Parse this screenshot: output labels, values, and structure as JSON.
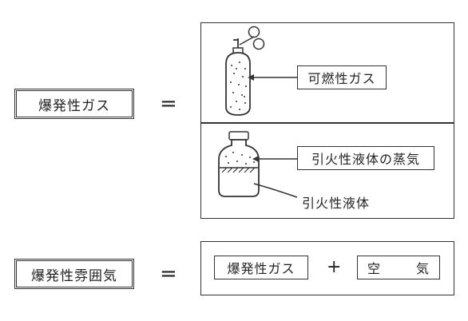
{
  "left_labels": {
    "explosive_gas": "爆発性ガス",
    "explosive_atmosphere": "爆発性雰囲気"
  },
  "equals_sign": "=",
  "plus_sign": "+",
  "callouts": {
    "flammable_gas": "可燃性ガス",
    "vapor_of_flammable_liquid": "引火性液体の蒸気",
    "flammable_liquid": "引火性液体"
  },
  "bottom_terms": {
    "explosive_gas": "爆発性ガス",
    "air_char_1": "空",
    "air_char_2": "気"
  }
}
